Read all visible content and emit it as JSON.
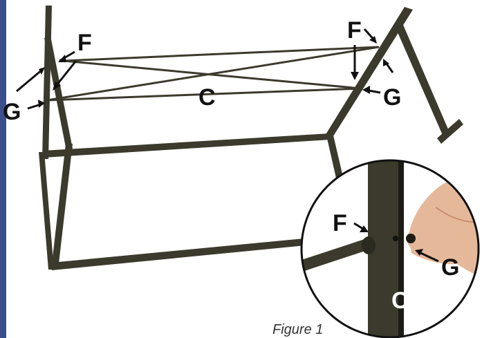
{
  "colors": {
    "frame": "#3b3a2c",
    "frame_dark": "#25241b",
    "accent_bar": "#3b4f8c",
    "label": "#111111",
    "skin": "#e6b89a",
    "skin_shadow": "#c98e6e"
  },
  "labels": {
    "f_top_left": "F",
    "g_left": "G",
    "c_center": "C",
    "f_top_right": "F",
    "g_right": "G",
    "f_inset": "F",
    "g_inset": "G",
    "c_inset": "C"
  },
  "caption": "Figure 1"
}
